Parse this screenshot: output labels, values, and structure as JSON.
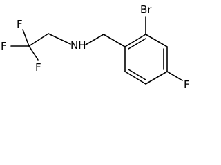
{
  "molecule": {
    "atoms": {
      "F1": "F",
      "F2": "F",
      "F3": "F",
      "N": "NH",
      "Br": "Br",
      "F4": "F"
    },
    "colors": {
      "bond": "#000000",
      "label": "#000000",
      "background": "#ffffff"
    }
  }
}
